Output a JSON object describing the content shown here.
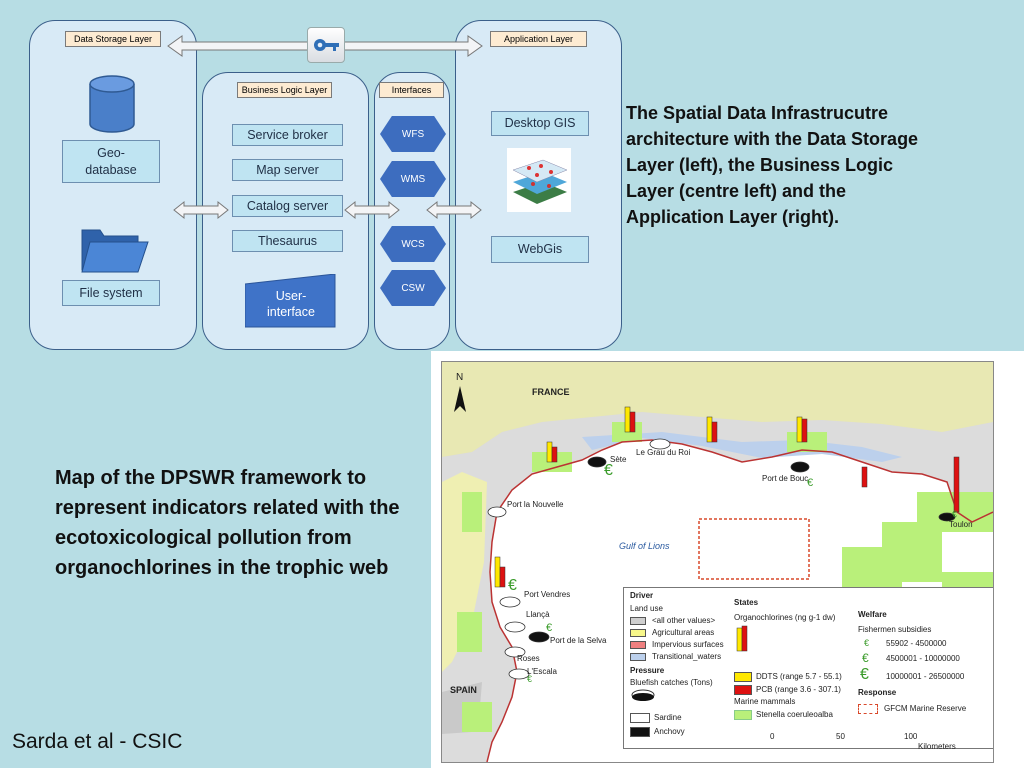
{
  "diagram": {
    "storage_layer": {
      "tag": "Data Storage Layer",
      "geodatabase": "Geo-\ndatabase",
      "file_system": "File system"
    },
    "business_layer": {
      "tag": "Business Logic Layer",
      "items": [
        "Service broker",
        "Map server",
        "Catalog server",
        "Thesaurus"
      ],
      "ui": "User-\ninterface"
    },
    "interfaces": {
      "tag": "Interfaces",
      "items": [
        "WFS",
        "WMS",
        "WCS",
        "CSW"
      ]
    },
    "application_layer": {
      "tag": "Application Layer",
      "desktop": "Desktop GIS",
      "webgis": "WebGis"
    },
    "colors": {
      "layer_bg": "#d8eaf6",
      "box_bg": "#bfe4f2",
      "hex": "#3d6dbf",
      "tag_bg": "#fdebd2"
    }
  },
  "captions": {
    "right": "The Spatial Data Infrastrucutre\n architecture with the Data Storage\n Layer (left), the Business Logic\n Layer (centre left) and the\nApplication Layer (right).",
    "left": "Map of the DPSWR framework to represent indicators related with the ecotoxicological pollution from organochlorines in the trophic web",
    "credit": "Sarda et al - CSIC"
  },
  "map": {
    "north": "N",
    "france": "FRANCE",
    "spain": "SPAIN",
    "gulf": "Gulf of Lions",
    "places": [
      "Le Grau du Roi",
      "Sète",
      "Port de Bouc",
      "Toulon",
      "Port la Nouvelle",
      "Port Vendres",
      "Llançà",
      "Port de la Selva",
      "Roses",
      "L'Escala"
    ],
    "legend": {
      "driver": "Driver",
      "land_use": "Land use",
      "land_items": [
        "<all other values>",
        "Agricultural areas",
        "Impervious surfaces",
        "Transitional_waters"
      ],
      "pressure": "Pressure",
      "bluefish": "Bluefish catches (Tons)",
      "sardine": "Sardine",
      "anchovy": "Anchovy",
      "states": "States",
      "organo": "Organochlorines (ng g-1 dw)",
      "ddts": "DDTS (range 5.7 - 55.1)",
      "pcb": "PCB (range 3.6 - 307.1)",
      "mammals": "Marine mammals",
      "stenella": "Stenella coeruleoalba",
      "welfare": "Welfare",
      "subsidies": "Fishermen subsidies",
      "sub_items": [
        "55902 - 4500000",
        "4500001 - 10000000",
        "10000001 - 26500000"
      ],
      "response": "Response",
      "reserve": "GFCM Marine Reserve",
      "euro": "€"
    },
    "scale": {
      "t0": "0",
      "t50": "50",
      "t100": "100",
      "unit": "Kilometers"
    }
  }
}
